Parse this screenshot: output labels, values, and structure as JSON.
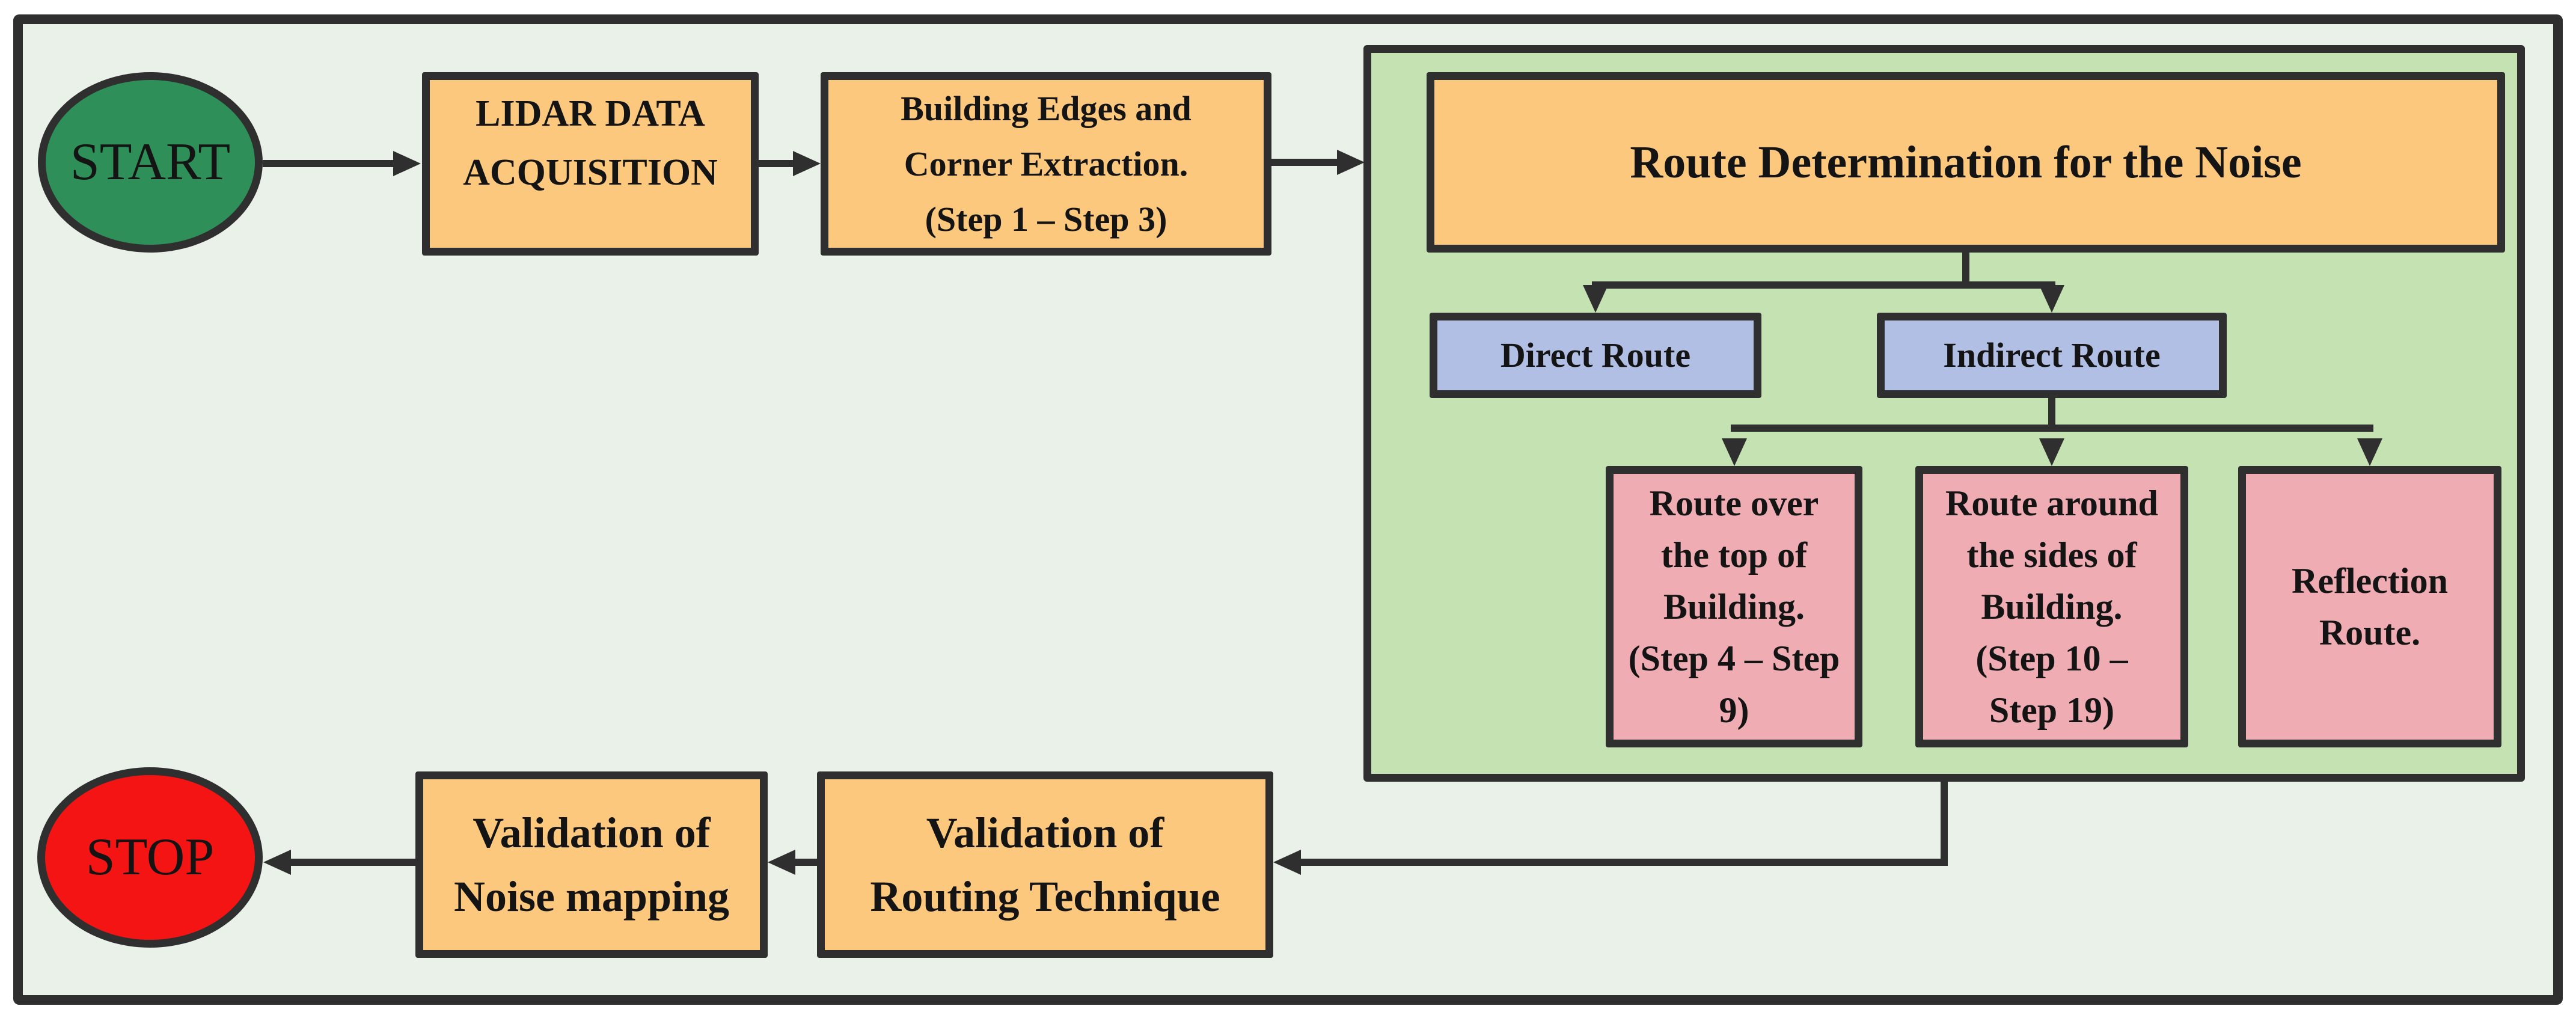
{
  "flowchart": {
    "start": {
      "label": "START"
    },
    "lidar": {
      "lines": [
        "LIDAR DATA",
        "ACQUISITION"
      ]
    },
    "building_extraction": {
      "lines": [
        "Building Edges and",
        "Corner Extraction.",
        "(Step 1 – Step 3)"
      ]
    },
    "route_determination": {
      "label": "Route Determination for the Noise"
    },
    "direct_route": {
      "label": "Direct Route"
    },
    "indirect_route": {
      "label": "Indirect Route"
    },
    "route_over_top": {
      "lines": [
        "Route over",
        "the top of",
        "Building.",
        "(Step 4 – Step",
        "9)"
      ]
    },
    "route_around_sides": {
      "lines": [
        "Route around",
        "the sides of",
        "Building.",
        "(Step 10 –",
        "Step 19)"
      ]
    },
    "reflection_route": {
      "lines": [
        "Reflection",
        "Route."
      ]
    },
    "validation_routing": {
      "lines": [
        "Validation of",
        "Routing Technique"
      ]
    },
    "validation_noise": {
      "lines": [
        "Validation of",
        "Noise mapping"
      ]
    },
    "stop": {
      "label": "STOP"
    },
    "colors": {
      "canvas_bg": "#ffffff",
      "diagram_bg": "#eaf1e9",
      "group_bg": "#c5e2b2",
      "process_fill": "#fbc87d",
      "branch_fill": "#b2bfe4",
      "leaf_fill": "#efadb3",
      "start_fill": "#2e9058",
      "stop_fill": "#f41414",
      "line": "#2f2f2f",
      "text": "#141414"
    }
  }
}
